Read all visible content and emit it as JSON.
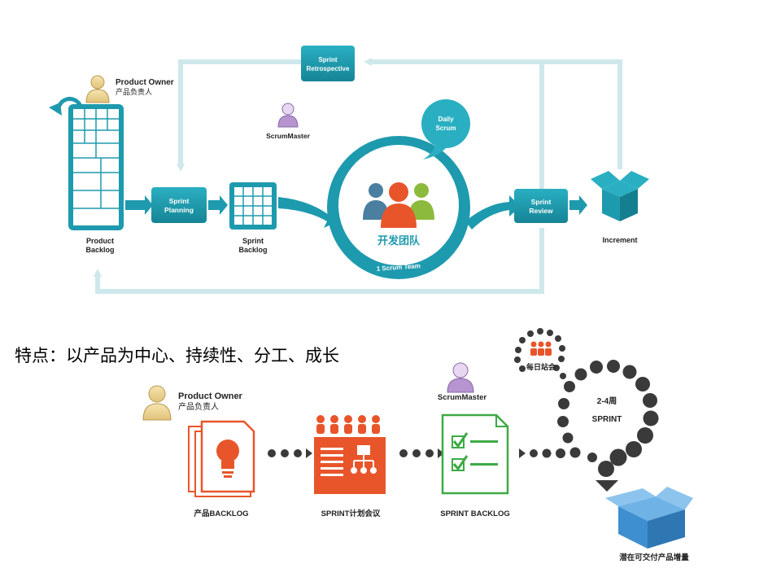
{
  "top": {
    "product_owner": {
      "title": "Product Owner",
      "subtitle": "产品负责人"
    },
    "product_backlog": {
      "line1": "Product",
      "line2": "Backlog"
    },
    "sprint_planning": {
      "line1": "Sprint",
      "line2": "Planning"
    },
    "sprint_backlog": {
      "line1": "Sprint",
      "line2": "Backlog"
    },
    "scrum_master": "ScrumMaster",
    "sprint_retrospective": {
      "line1": "Sprint",
      "line2": "Retrospective"
    },
    "daily_scrum": {
      "line1": "Daily",
      "line2": "Scrum"
    },
    "dev_team": "开发团队",
    "scrum_team": "1 Scrum Team",
    "sprint_review": {
      "line1": "Sprint",
      "line2": "Review"
    },
    "increment": "Increment"
  },
  "features_text": "特点：以产品为中心、持续性、分工、成长",
  "bottom": {
    "product_owner": {
      "title": "Product Owner",
      "subtitle": "产品负责人"
    },
    "product_backlog": "产品BACKLOG",
    "sprint_meeting": "SPRINT计划会议",
    "scrum_master": "ScrumMaster",
    "sprint_backlog": "SPRINT BACKLOG",
    "daily_standup": "每日站会",
    "cycle": {
      "duration": "2-4周",
      "name": "SPRINT"
    },
    "increment": "潜在可交付产品增量"
  },
  "colors": {
    "teal": "#1E9AAE",
    "teal_light": "#CFE8EC",
    "orange": "#E8552A",
    "green": "#3DAA45",
    "dark_dot": "#3A3A3A",
    "box_blue": "#3E8FD0"
  },
  "icons": [
    "person-icon",
    "group-icon",
    "box-icon",
    "lightbulb-icon",
    "checklist-icon",
    "org-chart-icon",
    "cycle-arrow-icon"
  ]
}
